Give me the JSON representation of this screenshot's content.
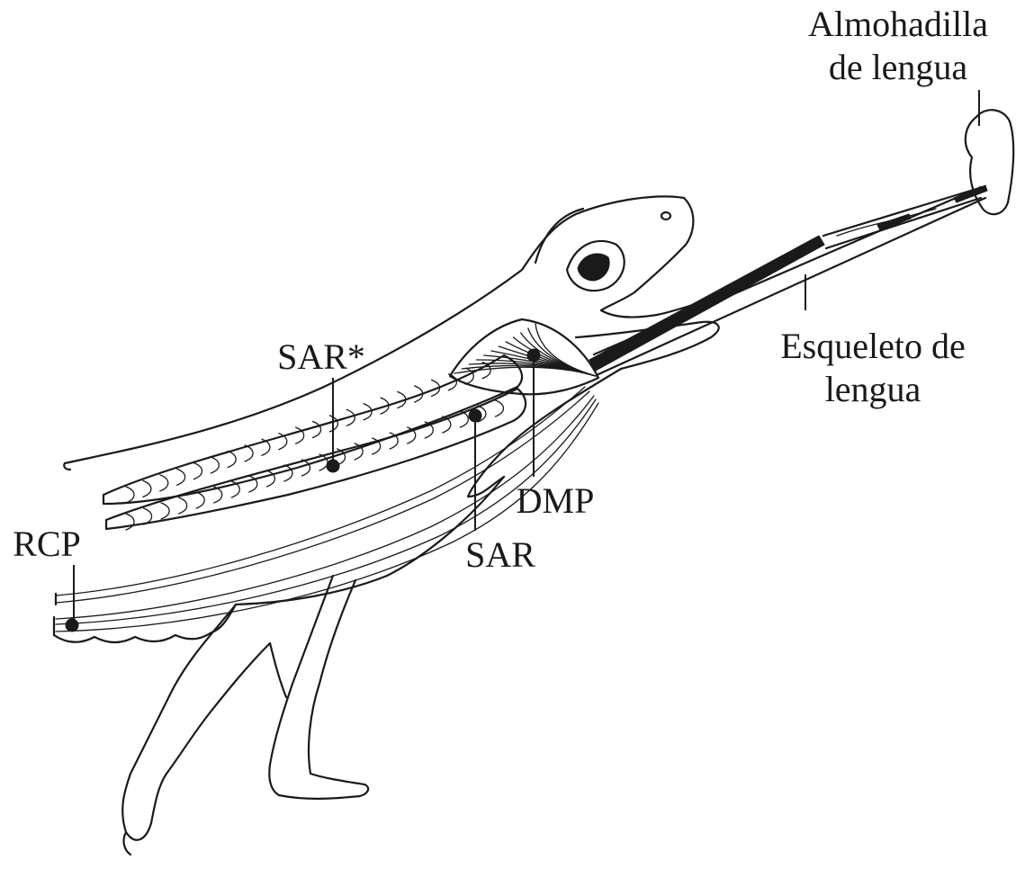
{
  "diagram": {
    "labels": {
      "tongue_pad_line1": "Almohadilla",
      "tongue_pad_line2": "de lengua",
      "tongue_skeleton_line1": "Esqueleto de",
      "tongue_skeleton_line2": "lengua",
      "sar_star": "SAR*",
      "sar": "SAR",
      "dmp": "DMP",
      "rcp": "RCP"
    },
    "colors": {
      "ink": "#1a1a1a",
      "background": "#ffffff"
    }
  }
}
